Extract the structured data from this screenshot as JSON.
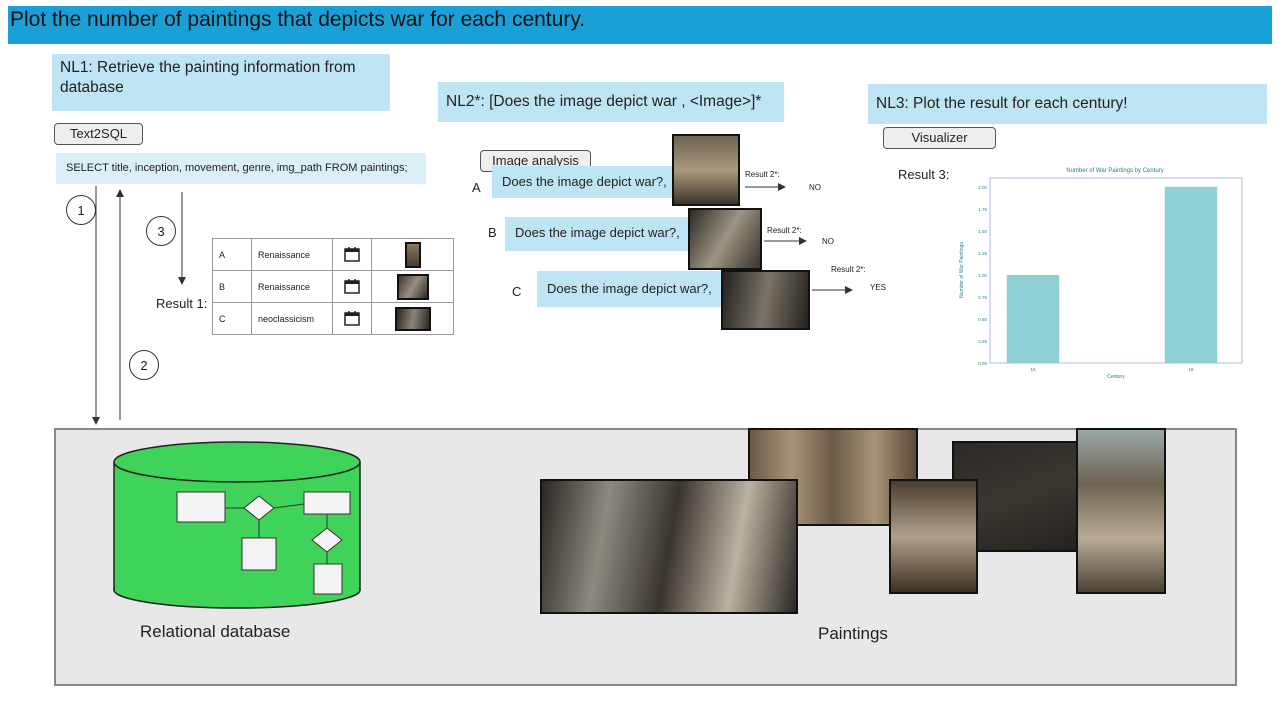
{
  "title": "Plot the number of paintings that depicts war for each century.",
  "nl1": {
    "text": "NL1: Retrieve the painting information from database",
    "tool": "Text2SQL"
  },
  "sql": "SELECT title, inception, movement, genre, img_path FROM paintings;",
  "steps": [
    "1",
    "2",
    "3"
  ],
  "result1": {
    "label": "Result 1:",
    "rows": [
      {
        "id": "A",
        "movement": "Renaissance"
      },
      {
        "id": "B",
        "movement": "Renaissance"
      },
      {
        "id": "C",
        "movement": "neoclassicism"
      }
    ]
  },
  "nl2": {
    "text": "NL2*: [Does the image depict war , <Image>]*",
    "tool": "Image analysis"
  },
  "questions": [
    {
      "id": "A",
      "text": "Does the image depict war?,",
      "result_label": "Result 2*:",
      "answer": "NO"
    },
    {
      "id": "B",
      "text": "Does the image depict war?,",
      "result_label": "Result 2*:",
      "answer": "NO"
    },
    {
      "id": "C",
      "text": "Does the image depict war?,",
      "result_label": "Result 2*:",
      "answer": "YES"
    }
  ],
  "nl3": {
    "text": "NL3: Plot the result for each century!",
    "tool": "Visualizer"
  },
  "result3_label": "Result 3:",
  "chart_data": {
    "type": "bar",
    "title": "Number of War Paintings by Century",
    "xlabel": "Century",
    "ylabel": "Number of War Paintings",
    "categories": [
      "16",
      "18"
    ],
    "values": [
      1,
      2
    ],
    "ylim": [
      0,
      2.1
    ],
    "yticks": [
      "0.00",
      "0.25",
      "0.50",
      "0.75",
      "1.00",
      "1.25",
      "1.50",
      "1.75",
      "2.00"
    ],
    "color": "#8fd0d4"
  },
  "db_label": "Relational database",
  "paintings_label": "Paintings",
  "colors": {
    "title_bar": "#1a9fd6",
    "nl_box": "#bfe4f4",
    "db_green": "#3fd35a",
    "panel": "#e8e8e8"
  }
}
